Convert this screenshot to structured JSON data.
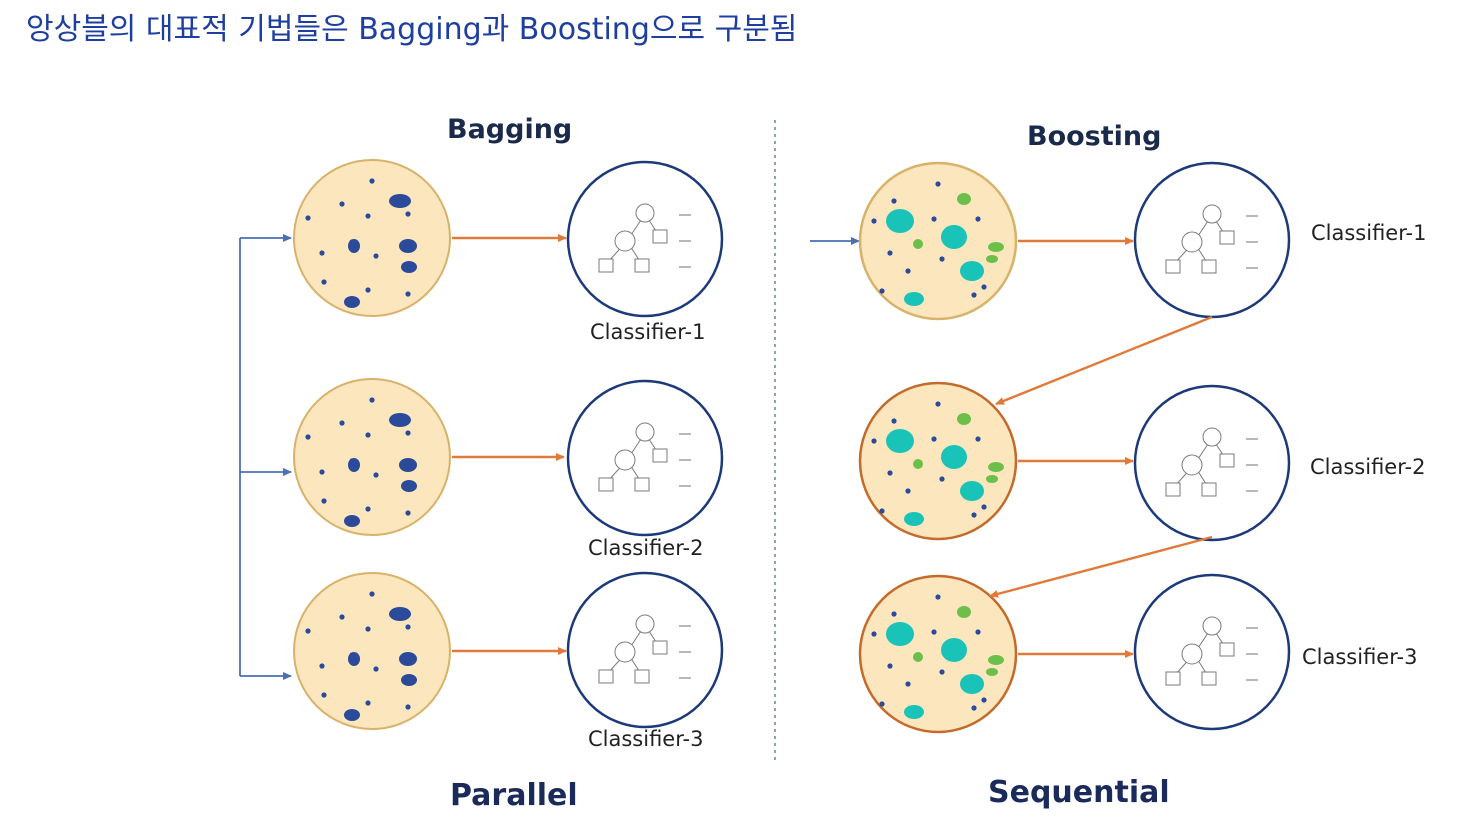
{
  "title": "앙상블의 대표적 기법들은 Bagging과 Boosting으로 구분됨",
  "bagging": {
    "heading": "Bagging",
    "footer": "Parallel",
    "classifiers": [
      "Classifier-1",
      "Classifier-2",
      "Classifier-3"
    ]
  },
  "boosting": {
    "heading": "Boosting",
    "footer": "Sequential",
    "classifiers": [
      "Classifier-1",
      "Classifier-2",
      "Classifier-3"
    ]
  },
  "colors": {
    "title": "#1f3fa0",
    "dataset_fill": "#fbe6bd",
    "dataset_stroke": "#d8b26a",
    "boost_stroke": "#c46a2a",
    "arrow": "#e07a3a",
    "flow_arrow": "#4a6fb5",
    "dot": "#2c4a9a",
    "teal": "#19c3b8",
    "green": "#6cc04a",
    "classifier_stroke": "#1c3a7a"
  }
}
